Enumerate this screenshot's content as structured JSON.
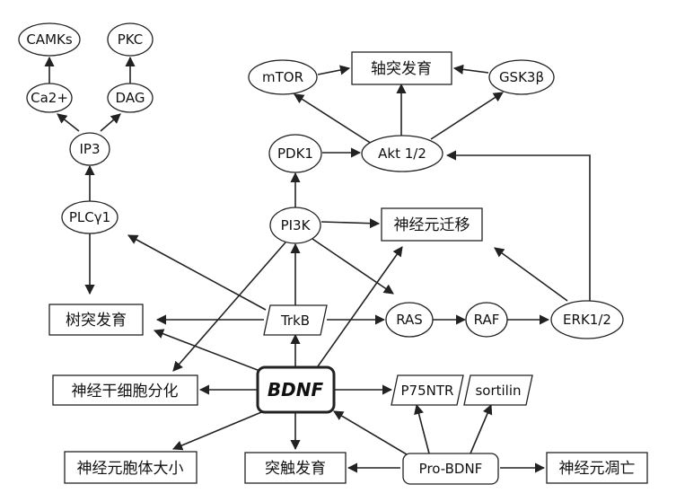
{
  "colors": {
    "stroke": "#222222",
    "background": "#ffffff",
    "text": "#111111"
  },
  "nodes": {
    "camks": "CAMKs",
    "pkc": "PKC",
    "ca2": "Ca2+",
    "dag": "DAG",
    "ip3": "IP3",
    "plcg1": "PLCγ1",
    "mtor": "mTOR",
    "axon": "轴突发育",
    "gsk3b": "GSK3β",
    "pdk1": "PDK1",
    "akt": "Akt 1/2",
    "pi3k": "PI3K",
    "migration": "神经元迁移",
    "dendrite": "树突发育",
    "trkb": "TrkB",
    "ras": "RAS",
    "raf": "RAF",
    "erk": "ERK1/2",
    "diff": "神经干细胞分化",
    "bdnf": "BDNF",
    "p75": "P75NTR",
    "sortilin": "sortilin",
    "soma": "神经元胞体大小",
    "synapse": "突触发育",
    "probdnf": "Pro-BDNF",
    "apoptosis": "神经元凋亡"
  }
}
